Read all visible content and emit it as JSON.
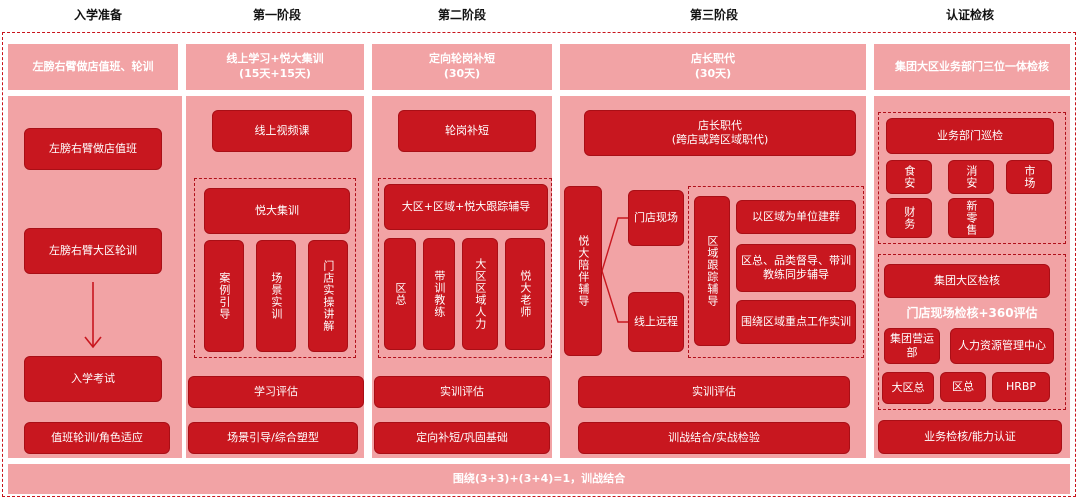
{
  "headers": [
    "入学准备",
    "第一阶段",
    "第二阶段",
    "第三阶段",
    "认证检核"
  ],
  "col1": {
    "header_box": "左膀右臂做店值班、轮训",
    "box1": "左膀右臂做店值班",
    "box2": "左膀右臂大区轮训",
    "box3": "入学考试",
    "footer": "值班轮训/角色适应"
  },
  "col2": {
    "header_line1": "线上学习+悦大集训",
    "header_line2": "(15天+15天)",
    "video": "线上视频课",
    "training": "悦大集训",
    "sub": [
      "案例引导",
      "场景实训",
      "门店实操讲解"
    ],
    "eval": "学习评估",
    "footer": "场景引导/综合塑型"
  },
  "col3": {
    "header_line1": "定向轮岗补短",
    "header_line2": "(30天)",
    "rotation": "轮岗补短",
    "tracking": "大区+区域+悦大跟踪辅导",
    "sub": [
      "区总",
      "带训教练",
      "大区区域人力",
      "悦大老师"
    ],
    "eval": "实训评估",
    "footer": "定向补短/巩固基础"
  },
  "col4": {
    "header_line1": "店长职代",
    "header_line2": "(30天)",
    "manager_line1": "店长职代",
    "manager_line2": "(跨店或跨区域职代)",
    "companion": "悦大陪伴辅导",
    "onsite": "门店现场",
    "online": "线上远程",
    "regional": "区域跟踪辅导",
    "items": [
      "以区域为单位建群",
      "区总、品类督导、带训教练同步辅导",
      "围绕区域重点工作实训"
    ],
    "eval": "实训评估",
    "footer": "训战结合/实战检验"
  },
  "col5": {
    "header_box": "集团大区业务部门三位一体检核",
    "patrol": "业务部门巡检",
    "patrol_items": [
      "食安",
      "消安",
      "市场",
      "财务",
      "新零售"
    ],
    "group": "集团大区检核",
    "subtitle": "门店现场检核+360评估",
    "group_items": [
      "集团营运部",
      "人力资源管理中心",
      "大区总",
      "区总",
      "HRBP"
    ],
    "footer": "业务检核/能力认证"
  },
  "bottom_bar": "围绕(3+3)+(3+4)=1，训战结合"
}
